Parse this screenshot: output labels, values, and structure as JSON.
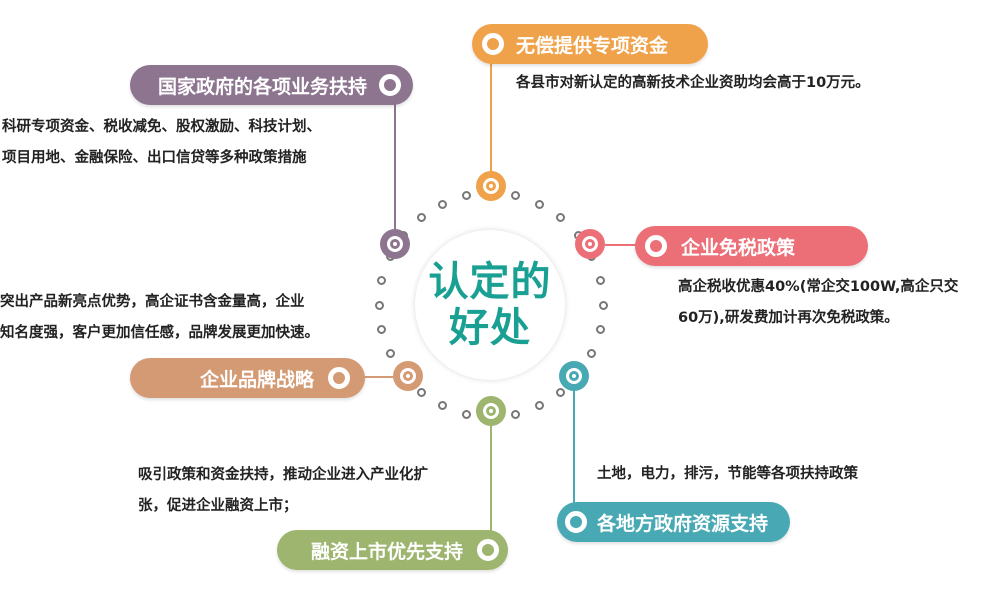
{
  "center": {
    "line1": "认定的",
    "line2": "好处",
    "color": "#1aa093"
  },
  "benefits": [
    {
      "id": "free-funding",
      "title": "无偿提供专项资金",
      "color": "#f0a24a",
      "description": [
        "各县市对新认定的高新技术企业资助均会高于10万元。"
      ]
    },
    {
      "id": "gov-support",
      "title": "国家政府的各项业务扶持",
      "color": "#8d7590",
      "description": [
        "科研专项资金、税收减免、股权激励、科技计划、",
        "项目用地、金融保险、出口信贷等多种政策措施"
      ]
    },
    {
      "id": "tax-exemption",
      "title": "企业免税政策",
      "color": "#ec6f78",
      "description": [
        "高企税收优惠40%(常企交100W,高企只交",
        "60万),研发费加计再次免税政策。"
      ]
    },
    {
      "id": "brand-strategy",
      "title": "企业品牌战略",
      "color": "#d49a74",
      "description": [
        "突出产品新亮点优势，高企证书含金量高，企业",
        "知名度强，客户更加信任感，品牌发展更加快速。"
      ]
    },
    {
      "id": "local-gov",
      "title": "各地方政府资源支持",
      "color": "#48a9b5",
      "description": [
        "土地，电力，排污，节能等各项扶持政策"
      ]
    },
    {
      "id": "financing-ipo",
      "title": "融资上市优先支持",
      "color": "#9db56f",
      "description": [
        "吸引政策和资金扶持，推动企业进入产业化扩",
        "张，促进企业融资上市；"
      ]
    }
  ]
}
